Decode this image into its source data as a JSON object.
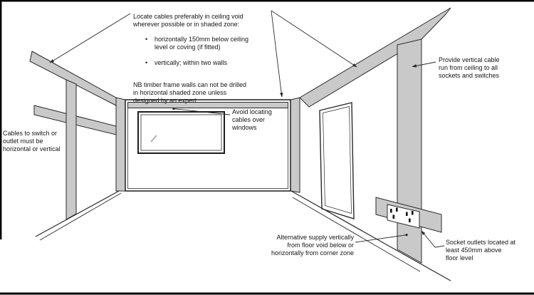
{
  "notes": {
    "locate_zone": {
      "text": "Locate cables preferably in ceiling void\nwherever possible or in shaded zone:",
      "bullet_marker": "•",
      "bullets": [
        "horizontally 150mm below ceiling\nlevel or coving (if fitted)",
        "vertically; within two walls"
      ],
      "footnote": "NB timber frame walls can not be drilled\nin horizontal shaded zone unless\ndesigned by an expert"
    },
    "vertical_run": "Provide vertical cable\nrun from ceiling to all\nsockets and switches",
    "switch_outlet": "Cables to switch or\noutlet must be\nhorizontal or vertical",
    "windows": "Avoid locating\ncables over\nwindows",
    "alternative_supply": "Alternative supply vertically\nfrom floor void below or\nhorizontally from corner zone",
    "socket_outlets": "Socket outlets located at\nleast 450mm above\nfloor level"
  },
  "colors": {
    "zone_fill": "#c9c9c9",
    "line": "#2a2a2a",
    "background": "#ffffff",
    "border": "#000000"
  }
}
